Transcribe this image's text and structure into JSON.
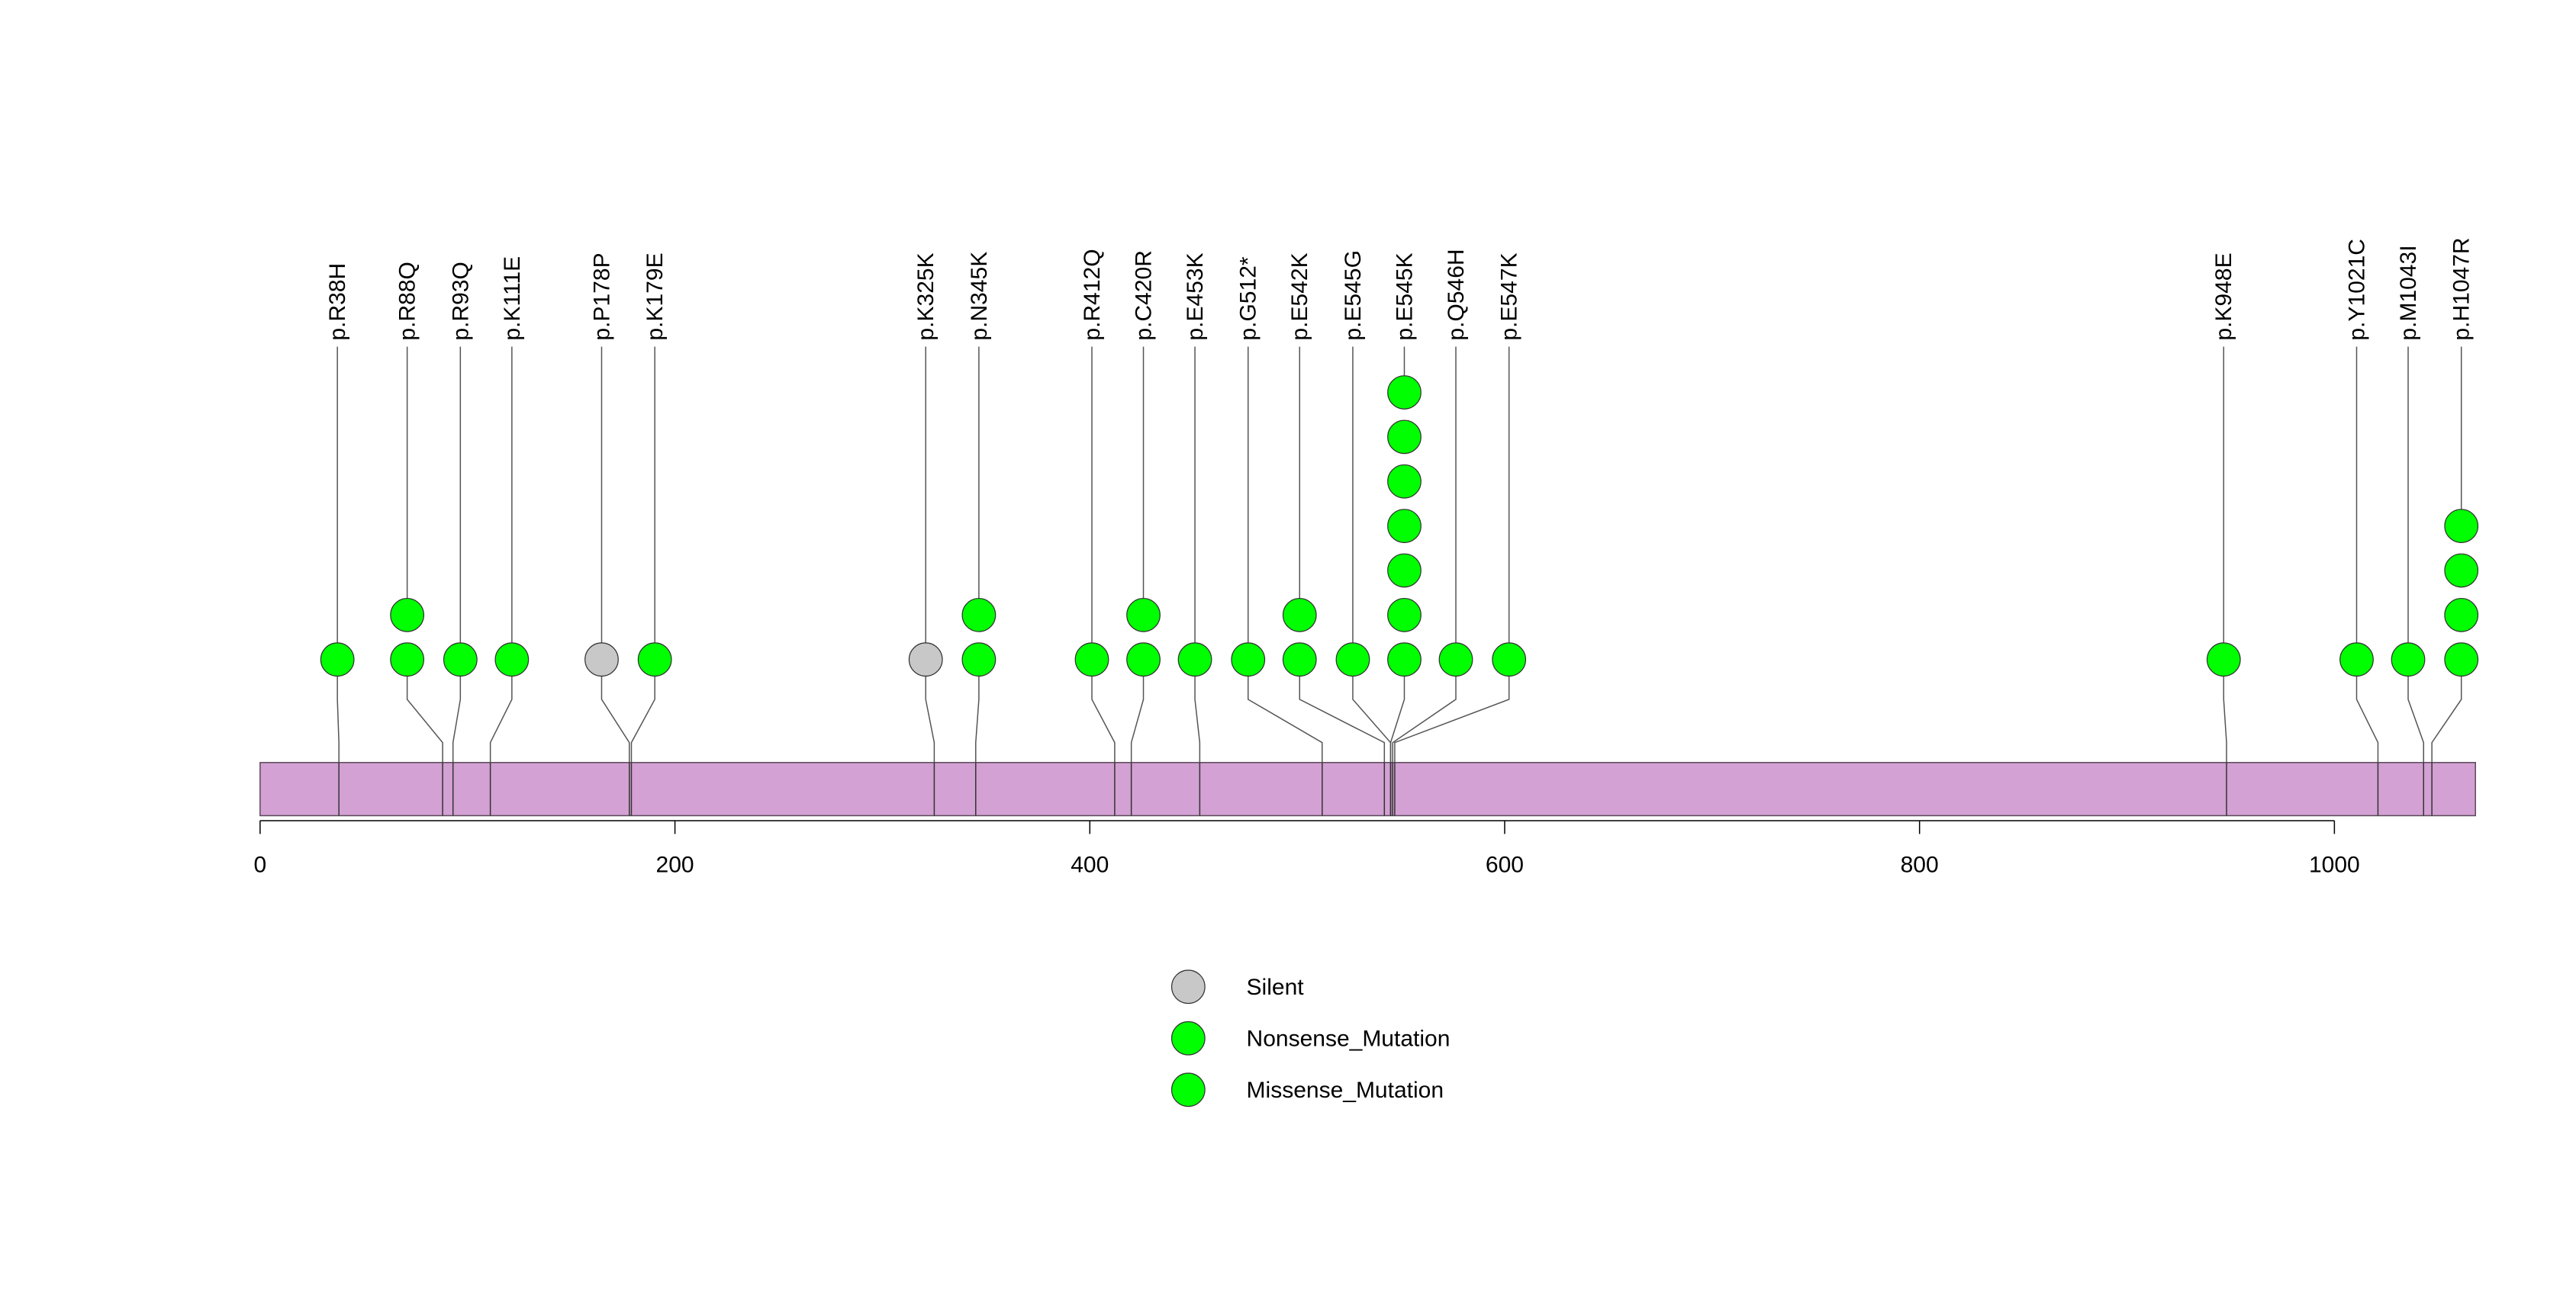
{
  "chart_data": {
    "type": "lollipop",
    "protein_length": 1068,
    "axis": {
      "ticks": [
        0,
        200,
        400,
        600,
        800,
        1000
      ],
      "tick_labels": [
        "0",
        "200",
        "400",
        "600",
        "800",
        "1000"
      ]
    },
    "domain_color": "#D3A1D3",
    "colors": {
      "Silent": "#C8C8C8",
      "Nonsense_Mutation": "#00FF00",
      "Missense_Mutation": "#00FF00"
    },
    "legend": [
      {
        "label": "Silent",
        "color": "#C8C8C8"
      },
      {
        "label": "Nonsense_Mutation",
        "color": "#00FF00"
      },
      {
        "label": "Missense_Mutation",
        "color": "#00FF00"
      }
    ],
    "mutations": [
      {
        "label": "p.R38H",
        "pos": 38,
        "count": 1,
        "type": "Missense_Mutation"
      },
      {
        "label": "p.R88Q",
        "pos": 88,
        "count": 2,
        "type": "Missense_Mutation"
      },
      {
        "label": "p.R93Q",
        "pos": 93,
        "count": 1,
        "type": "Missense_Mutation"
      },
      {
        "label": "p.K111E",
        "pos": 111,
        "count": 1,
        "type": "Missense_Mutation"
      },
      {
        "label": "p.P178P",
        "pos": 178,
        "count": 1,
        "type": "Silent"
      },
      {
        "label": "p.K179E",
        "pos": 179,
        "count": 1,
        "type": "Missense_Mutation"
      },
      {
        "label": "p.K325K",
        "pos": 325,
        "count": 1,
        "type": "Silent"
      },
      {
        "label": "p.N345K",
        "pos": 345,
        "count": 2,
        "type": "Missense_Mutation"
      },
      {
        "label": "p.R412Q",
        "pos": 412,
        "count": 1,
        "type": "Missense_Mutation"
      },
      {
        "label": "p.C420R",
        "pos": 420,
        "count": 2,
        "type": "Missense_Mutation"
      },
      {
        "label": "p.E453K",
        "pos": 453,
        "count": 1,
        "type": "Missense_Mutation"
      },
      {
        "label": "p.G512*",
        "pos": 512,
        "count": 1,
        "type": "Nonsense_Mutation"
      },
      {
        "label": "p.E542K",
        "pos": 542,
        "count": 2,
        "type": "Missense_Mutation"
      },
      {
        "label": "p.E545G",
        "pos": 545,
        "count": 1,
        "type": "Missense_Mutation"
      },
      {
        "label": "p.E545K",
        "pos": 545,
        "count": 7,
        "type": "Missense_Mutation"
      },
      {
        "label": "p.Q546H",
        "pos": 546,
        "count": 1,
        "type": "Missense_Mutation"
      },
      {
        "label": "p.E547K",
        "pos": 547,
        "count": 1,
        "type": "Missense_Mutation"
      },
      {
        "label": "p.K948E",
        "pos": 948,
        "count": 1,
        "type": "Missense_Mutation"
      },
      {
        "label": "p.Y1021C",
        "pos": 1021,
        "count": 1,
        "type": "Missense_Mutation"
      },
      {
        "label": "p.M1043I",
        "pos": 1043,
        "count": 1,
        "type": "Missense_Mutation"
      },
      {
        "label": "p.H1047R",
        "pos": 1047,
        "count": 4,
        "type": "Missense_Mutation"
      }
    ]
  }
}
